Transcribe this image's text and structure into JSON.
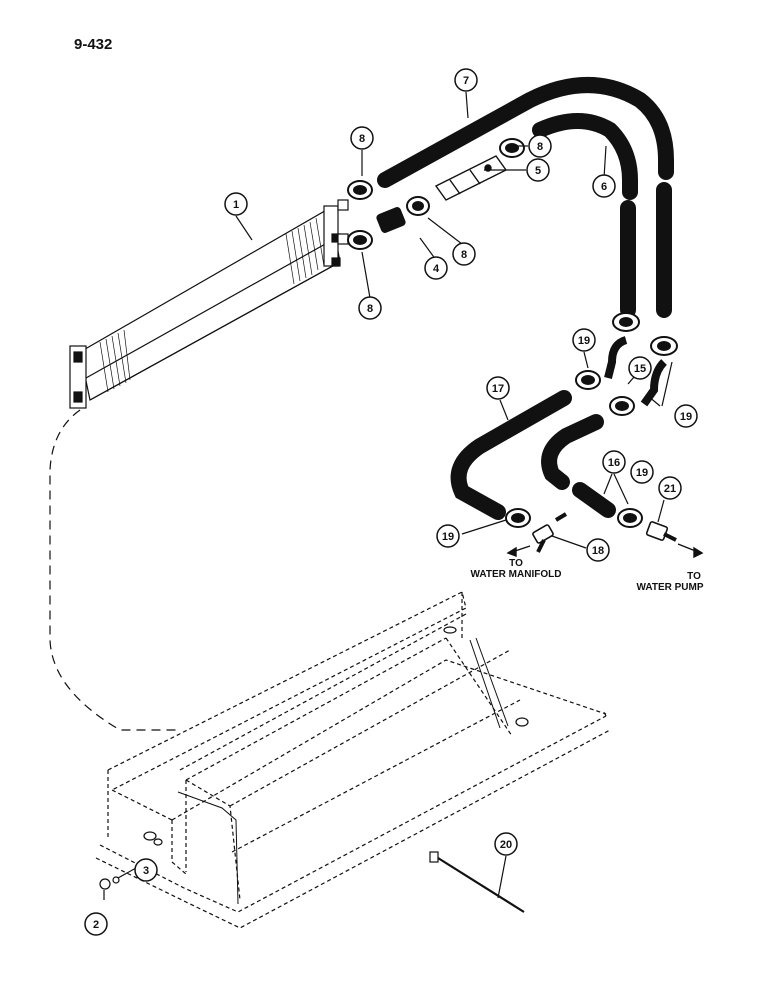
{
  "page": {
    "number": "9-432"
  },
  "callouts": {
    "c1": "1",
    "c2": "2",
    "c3": "3",
    "c4": "4",
    "c5": "5",
    "c6": "6",
    "c7": "7",
    "c8a": "8",
    "c8b": "8",
    "c8c": "8",
    "c8d": "8",
    "c15": "15",
    "c16": "16",
    "c17": "17",
    "c18": "18",
    "c19a": "19",
    "c19b": "19",
    "c19c": "19",
    "c19d": "19",
    "c20": "20",
    "c21": "21"
  },
  "destinations": {
    "manifold_to": "TO",
    "manifold_name": "WATER MANIFOLD",
    "pump_to": "TO",
    "pump_name": "WATER PUMP"
  }
}
